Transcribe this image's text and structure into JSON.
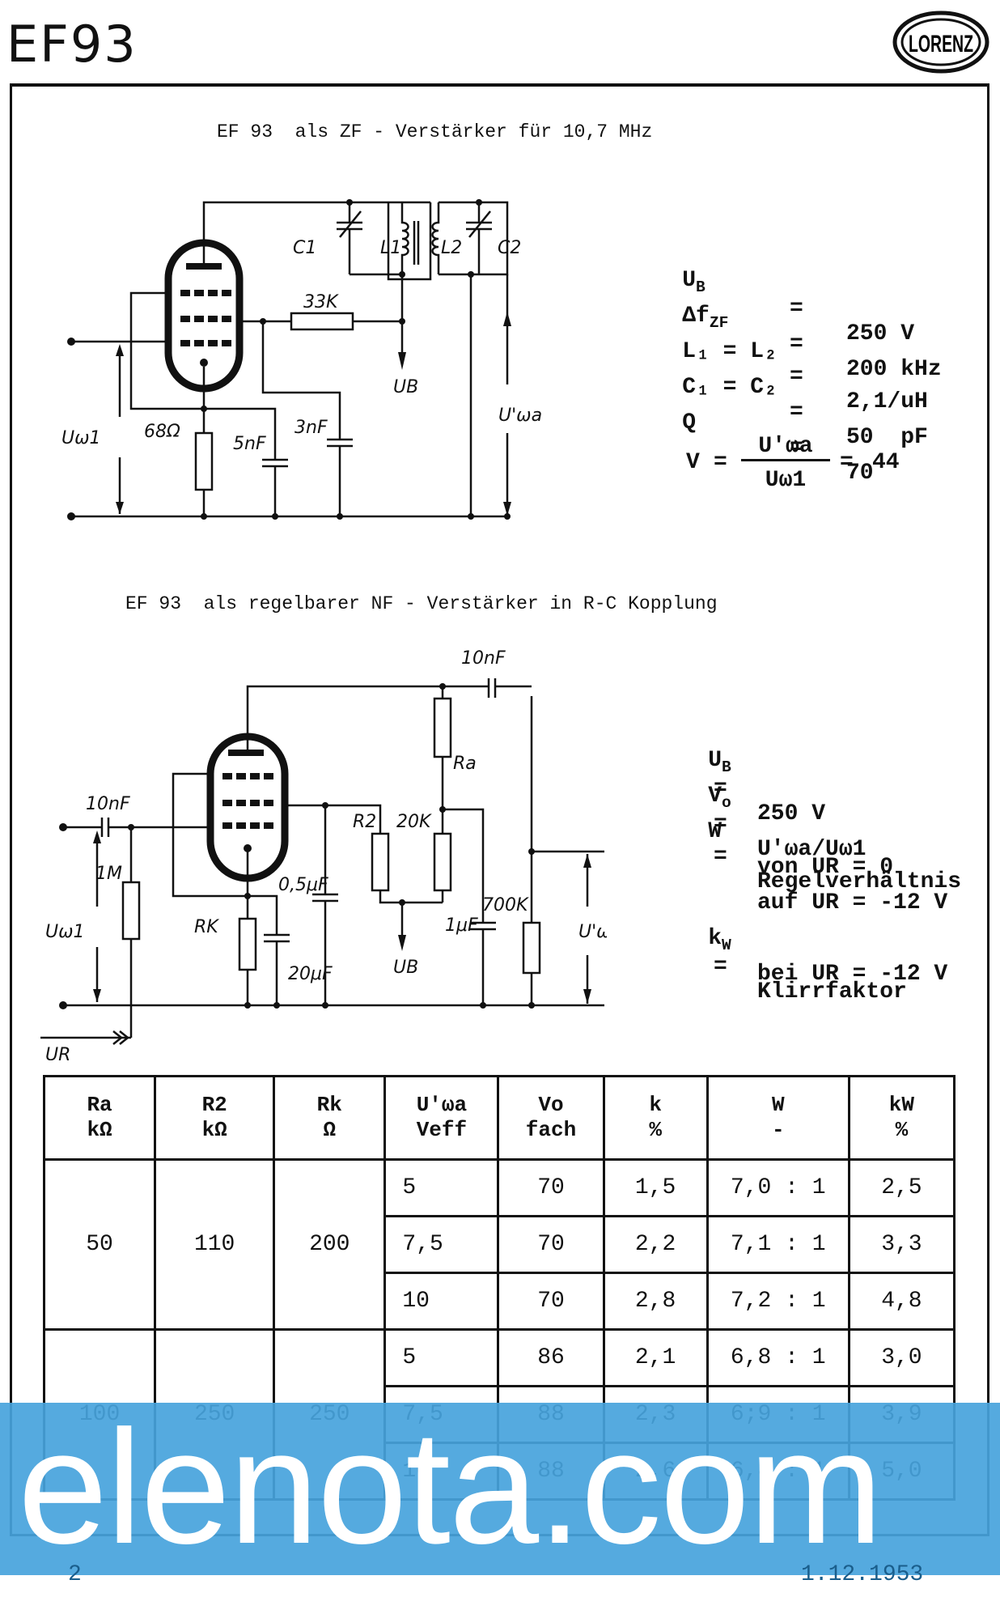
{
  "header": {
    "tube_type": "EF93",
    "brand_logo_text": "LORENZ"
  },
  "section1": {
    "title": "EF 93  als ZF - Verstärker für 10,7 MHz",
    "schematic_labels": {
      "c1": "C1",
      "l1": "L1",
      "l2": "L2",
      "c2": "C2",
      "r_screen": "33K",
      "r_cathode": "68Ω",
      "c_cathode": "5nF",
      "c_screen": "3nF",
      "u_b": "UB",
      "u_in": "Uω1",
      "u_out": "U'ωa"
    },
    "params": [
      {
        "name": "U",
        "sub": "B",
        "eq": "=",
        "value": "250 V"
      },
      {
        "name": "Δf",
        "sub": "ZF",
        "eq": "=",
        "value": "200 kHz"
      },
      {
        "name": "L₁ = L₂",
        "sub": "",
        "eq": "=",
        "value": "2,1/uH"
      },
      {
        "name": "C₁ = C₂",
        "sub": "",
        "eq": "=",
        "value": "50  pF"
      },
      {
        "name": "Q",
        "sub": "",
        "eq": "=",
        "value": "70"
      }
    ],
    "gain": {
      "lhs": "V",
      "eq1": "=",
      "numerator": "U'ωa",
      "denominator": "Uω1",
      "eq2": "=",
      "value": "44"
    }
  },
  "section2": {
    "title": "EF 93  als regelbarer NF - Verstärker in R-C Kopplung",
    "schematic_labels": {
      "c_in": "10nF",
      "r_grid": "1M",
      "r_k": "RK",
      "c_k": "20μF",
      "c_screen": "0,5μF",
      "r2": "R2",
      "r_20k": "20K",
      "c_1uf": "1μF",
      "r_a": "Ra",
      "c_out": "10nF",
      "r_700k": "700K",
      "u_b": "UB",
      "u_in": "Uω1",
      "u_out": "U'ωa",
      "u_r": "UR"
    },
    "params": [
      {
        "name": "U",
        "sub": "B",
        "eq": "=",
        "value": "250 V"
      },
      {
        "name": "V",
        "sub": "o",
        "eq": "=",
        "value": "U'ωa/Uω1"
      },
      {
        "name": "W",
        "sub": "",
        "eq": "=",
        "value": "Regelverhältnis"
      },
      {
        "name": "",
        "sub": "",
        "eq": "",
        "value": "von UR = 0"
      },
      {
        "name": "",
        "sub": "",
        "eq": "",
        "value": "auf UR = -12 V"
      },
      {
        "name": "k",
        "sub": "W",
        "eq": "=",
        "value": "Klirrfaktor"
      },
      {
        "name": "",
        "sub": "",
        "eq": "",
        "value": "bei UR = -12 V"
      }
    ]
  },
  "table": {
    "headers": [
      {
        "top": "Ra",
        "bottom": "kΩ"
      },
      {
        "top": "R2",
        "bottom": "kΩ"
      },
      {
        "top": "Rk",
        "bottom": "Ω"
      },
      {
        "top": "U'ωa",
        "bottom": "Veff"
      },
      {
        "top": "Vo",
        "bottom": "fach"
      },
      {
        "top": "k",
        "bottom": "%"
      },
      {
        "top": "W",
        "bottom": "-"
      },
      {
        "top": "kW",
        "bottom": "%"
      }
    ],
    "groups": [
      {
        "ra": "50",
        "r2": "110",
        "rk": "200",
        "rows": [
          {
            "u": "5",
            "vo": "70",
            "k": "1,5",
            "w": "7,0 : 1",
            "kw": "2,5"
          },
          {
            "u": "7,5",
            "vo": "70",
            "k": "2,2",
            "w": "7,1 : 1",
            "kw": "3,3"
          },
          {
            "u": "10",
            "vo": "70",
            "k": "2,8",
            "w": "7,2 : 1",
            "kw": "4,8"
          }
        ]
      },
      {
        "ra": "100",
        "r2": "250",
        "rk": "250",
        "rows": [
          {
            "u": "5",
            "vo": "86",
            "k": "2,1",
            "w": "6,8 : 1",
            "kw": "3,0"
          },
          {
            "u": "7,5",
            "vo": "88",
            "k": "2,3",
            "w": "6;9 : 1",
            "kw": "3,9"
          },
          {
            "u": "10",
            "vo": "88",
            "k": "2,6",
            "w": "6,8 : 1",
            "kw": "5,0"
          }
        ]
      }
    ]
  },
  "footer": {
    "page_number": "2",
    "date": "1.12.1953"
  },
  "watermark": {
    "text": "elenota.com"
  }
}
